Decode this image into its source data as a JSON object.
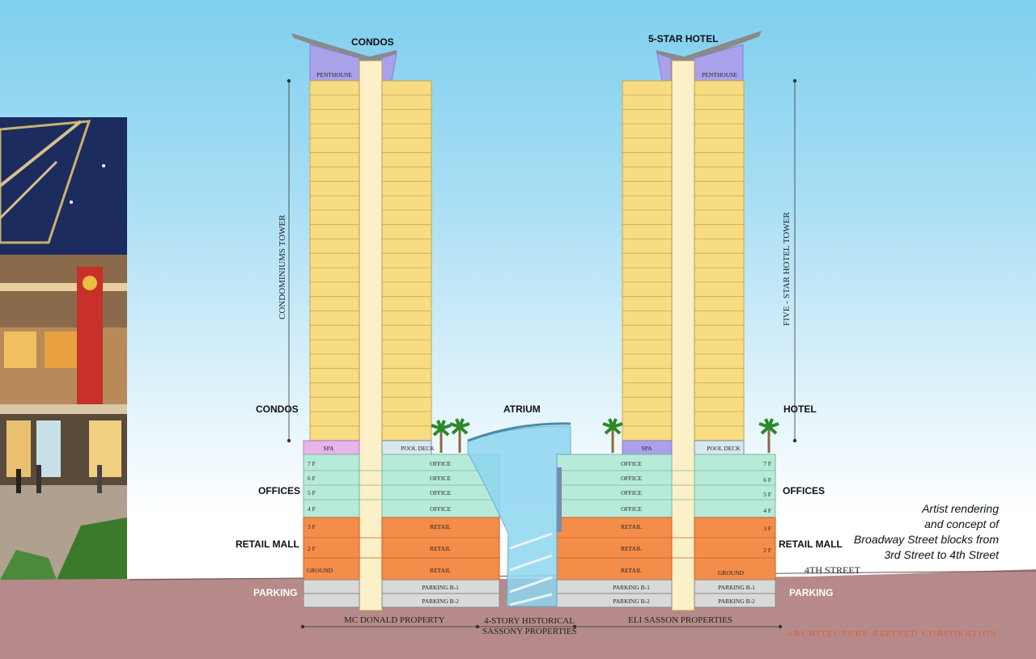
{
  "tower_labels": {
    "left_top": "CONDOS",
    "right_top": "5-STAR HOTEL",
    "penthouse_left": "PENTHOUSE",
    "penthouse_right": "PENTHOUSE",
    "left_tower_vertical": "CONDOMINIUMS TOWER",
    "right_tower_vertical": "FIVE - STAR HOTEL TOWER"
  },
  "side_labels": {
    "condos": "CONDOS",
    "hotel": "HOTEL",
    "offices_left": "OFFICES",
    "offices_right": "OFFICES",
    "retail_left": "RETAIL MALL",
    "retail_right": "RETAIL MALL",
    "parking_left": "PARKING",
    "parking_right": "PARKING"
  },
  "podium": {
    "spa": "SPA",
    "pool_deck": "POOL DECK",
    "atrium": "ATRIUM",
    "office": "OFFICE",
    "retail": "RETAIL",
    "ground": "GROUND",
    "parking_b1": "PARKING B-1",
    "parking_b2": "PARKING B-2",
    "floors": [
      "7 F",
      "6 F",
      "5 F",
      "4 F",
      "3 F",
      "2 F"
    ]
  },
  "street": "4TH STREET",
  "properties": {
    "left": "MC DONALD PROPERTY",
    "middle_line1": "4-STORY HISTORICAL",
    "middle_line2": "SASSONY PROPERTIES",
    "right": "ELI SASSON PROPERTIES"
  },
  "caption": {
    "line1": "Artist rendering",
    "line2": "and concept of",
    "line3": "Broadway Street blocks from",
    "line4": "3rd Street  to 4th Street"
  },
  "company": "ARCHITECTURE REFINED CORPORATION",
  "colors": {
    "tower_floor": "#f7dc82",
    "core": "#fbf0c8",
    "penthouse": "#a9a1ea",
    "spa": "#e8b4ec",
    "office": "#b7ead8",
    "retail": "#f48c4a",
    "parking": "#d9d9d9",
    "ground_earth": "#b68a8a",
    "atrium_glass": "#8ed6f0",
    "corp_text": "#e0603a"
  }
}
